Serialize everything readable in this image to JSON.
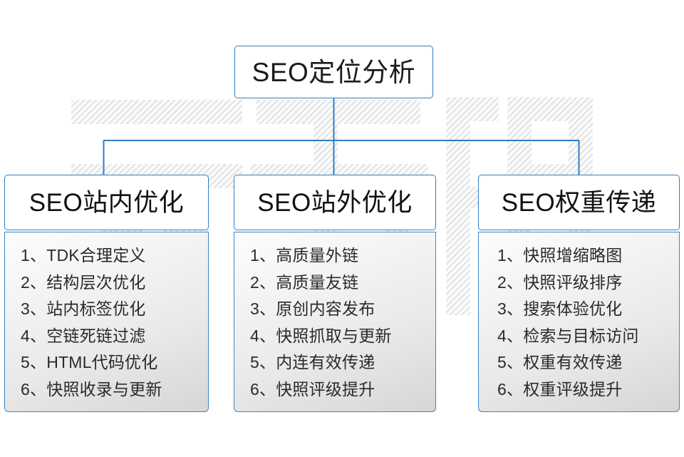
{
  "diagram": {
    "type": "org-chart",
    "accent_color": "#2f7fc4",
    "background_color": "#ffffff",
    "text_color": "#1b1b1b",
    "root": {
      "title": "SEO定位分析"
    },
    "branches": [
      {
        "title": "SEO站内优化",
        "items": [
          "1、TDK合理定义",
          "2、结构层次优化",
          "3、站内标签优化",
          "4、空链死链过滤",
          "5、HTML代码优化",
          "6、快照收录与更新"
        ]
      },
      {
        "title": "SEO站外优化",
        "items": [
          "1、高质量外链",
          "2、高质量友链",
          "3、原创内容发布",
          "4、快照抓取与更新",
          "5、内连有效传递",
          "6、快照评级提升"
        ]
      },
      {
        "title": "SEO权重传递",
        "items": [
          "1、快照增缩略图",
          "2、快照评级排序",
          "3、搜索体验优化",
          "4、检索与目标访问",
          "5、权重有效传递",
          "6、权重评级提升"
        ]
      }
    ],
    "watermark": {
      "text": "云无限",
      "color": "#ededed"
    }
  }
}
